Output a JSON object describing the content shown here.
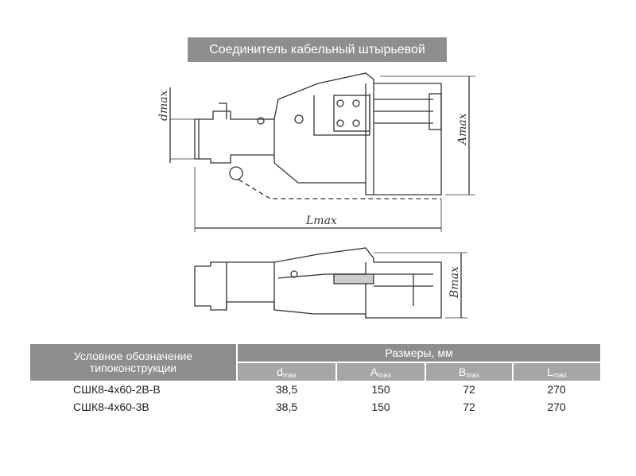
{
  "title": "Соединитель кабельный штырьевой",
  "drawing": {
    "d_label": "dmax",
    "A_label": "Amax",
    "L_label": "Lmax",
    "B_label": "Bmax"
  },
  "table": {
    "designation_header_line1": "Условное обозначение",
    "designation_header_line2": "типоконструкции",
    "dims_header": "Размеры, мм",
    "columns": [
      {
        "main": "d",
        "sub": "max"
      },
      {
        "main": "A",
        "sub": "max"
      },
      {
        "main": "B",
        "sub": "max"
      },
      {
        "main": "L",
        "sub": "max"
      }
    ],
    "rows": [
      {
        "name": "СШК8-4х60-2В-В",
        "d": "38,5",
        "A": "150",
        "B": "72",
        "L": "270"
      },
      {
        "name": "СШК8-4х60-3В",
        "d": "38,5",
        "A": "150",
        "B": "72",
        "L": "270"
      }
    ]
  }
}
